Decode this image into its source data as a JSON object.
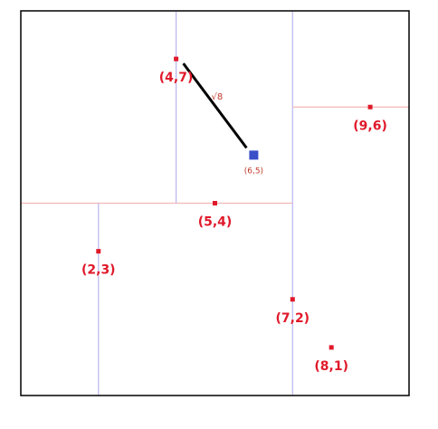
{
  "colors": {
    "point": "#e0192a",
    "label": "#e0192a",
    "query_point": "#3a4fc8",
    "query_label": "#c0392b",
    "vertical_split": "#b9b6f0",
    "horizontal_split": "#f2b6b6",
    "border": "#000000",
    "distance_line": "#000000"
  },
  "domain": {
    "x": [
      0,
      10
    ],
    "y": [
      0,
      8
    ]
  },
  "points": [
    {
      "x": 2,
      "y": 3,
      "label": "(2,3)"
    },
    {
      "x": 4,
      "y": 7,
      "label": "(4,7)"
    },
    {
      "x": 5,
      "y": 4,
      "label": "(5,4)"
    },
    {
      "x": 7,
      "y": 2,
      "label": "(7,2)"
    },
    {
      "x": 8,
      "y": 1,
      "label": "(8,1)"
    },
    {
      "x": 9,
      "y": 6,
      "label": "(9,6)"
    }
  ],
  "query": {
    "x": 6,
    "y": 5,
    "label": "(6,5)"
  },
  "nearest_distance": {
    "from": [
      4,
      7
    ],
    "to": [
      6,
      5
    ],
    "label": "√8"
  },
  "splits": [
    {
      "axis": "x",
      "value": 7,
      "range": [
        0,
        8
      ]
    },
    {
      "axis": "y",
      "value": 4,
      "range": [
        0,
        7
      ]
    },
    {
      "axis": "y",
      "value": 6,
      "range": [
        7,
        10
      ]
    },
    {
      "axis": "x",
      "value": 2,
      "range": [
        0,
        4
      ]
    },
    {
      "axis": "x",
      "value": 4,
      "range": [
        4,
        8
      ]
    }
  ]
}
